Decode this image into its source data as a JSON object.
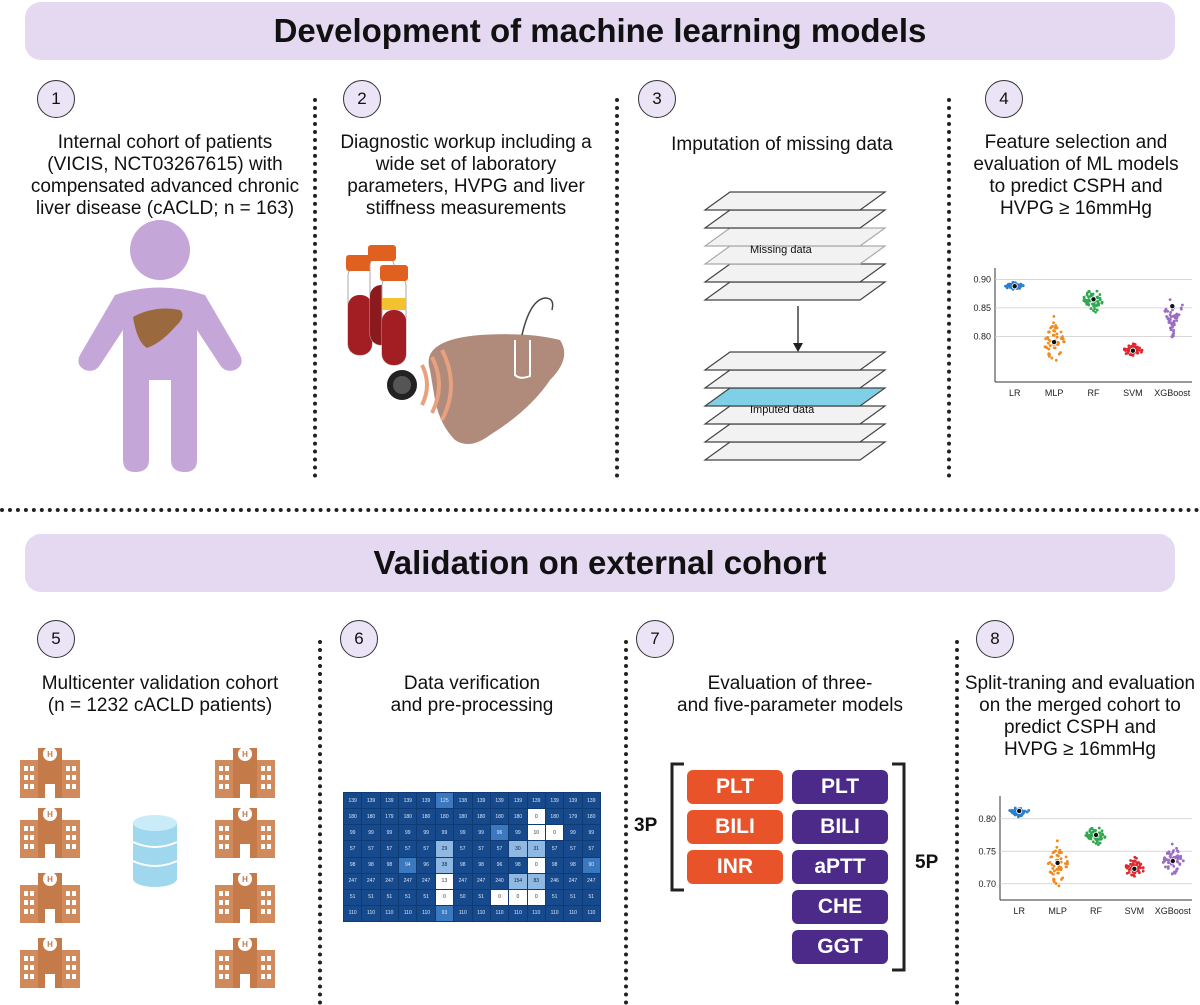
{
  "sections": {
    "development_title": "Development of machine learning models",
    "validation_title": "Validation on external cohort"
  },
  "steps": [
    {
      "num": "1",
      "text": "Internal cohort of patients\n(VICIS, NCT03267615) with\ncompensated advanced chronic\nliver disease (cACLD; n = 163)"
    },
    {
      "num": "2",
      "text": "Diagnostic workup including a\nwide set of laboratory\nparameters, HVPG and liver\nstiffness measurements"
    },
    {
      "num": "3",
      "text": "Imputation of missing data"
    },
    {
      "num": "4",
      "text": "Feature selection and\nevaluation of ML models\nto predict CSPH and\nHVPG ≥ 16mmHg"
    },
    {
      "num": "5",
      "text": "Multicenter validation cohort\n(n = 1232 cACLD patients)"
    },
    {
      "num": "6",
      "text": "Data verification\nand pre-processing"
    },
    {
      "num": "7",
      "text": "Evaluation of three-\nand five-parameter models"
    },
    {
      "num": "8",
      "text": "Split-traning and evaluation\non the merged cohort to\npredict CSPH and\nHVPG ≥ 16mmHg"
    }
  ],
  "imputation": {
    "missing_label": "Missing data",
    "imputed_label": "Imputed data"
  },
  "models": {
    "three_param_label": "3P",
    "five_param_label": "5P",
    "three_param": [
      "PLT",
      "BILI",
      "INR"
    ],
    "five_param": [
      "PLT",
      "BILI",
      "aPTT",
      "CHE",
      "GGT"
    ]
  },
  "heatmap_rows": [
    [
      "139",
      "139",
      "139",
      "139",
      "139",
      "125",
      "138",
      "139",
      "139",
      "139",
      "139",
      "139",
      "139",
      "139"
    ],
    [
      "180",
      "180",
      "179",
      "180",
      "180",
      "180",
      "180",
      "180",
      "180",
      "180",
      "0",
      "180",
      "179",
      "180"
    ],
    [
      "99",
      "99",
      "99",
      "99",
      "99",
      "99",
      "99",
      "99",
      "96",
      "99",
      "10",
      "0",
      "99",
      "99"
    ],
    [
      "57",
      "57",
      "57",
      "57",
      "57",
      "29",
      "57",
      "57",
      "57",
      "30",
      "31",
      "57",
      "57",
      "57"
    ],
    [
      "98",
      "98",
      "98",
      "94",
      "96",
      "38",
      "98",
      "98",
      "96",
      "98",
      "0",
      "98",
      "98",
      "90"
    ],
    [
      "247",
      "247",
      "247",
      "247",
      "247",
      "13",
      "247",
      "247",
      "240",
      "154",
      "83",
      "246",
      "247",
      "247"
    ],
    [
      "51",
      "51",
      "51",
      "51",
      "51",
      "0",
      "50",
      "51",
      "0",
      "0",
      "0",
      "51",
      "51",
      "51"
    ],
    [
      "110",
      "110",
      "110",
      "110",
      "110",
      "93",
      "110",
      "110",
      "110",
      "110",
      "110",
      "110",
      "110",
      "110"
    ]
  ],
  "colors": {
    "banner": "#e4d9f1",
    "three_param": "#e8532a",
    "five_param": "#4b2a8a",
    "lr": "#2b7fd0",
    "mlp": "#f08a1e",
    "rf": "#2fa84f",
    "svm": "#e0262f",
    "xgboost": "#9b6cc4"
  },
  "chart_data": [
    {
      "type": "scatter",
      "title": "",
      "xlabel": "",
      "ylabel": "",
      "categories": [
        "LR",
        "MLP",
        "RF",
        "SVM",
        "XGBoost"
      ],
      "ylim": [
        0.72,
        0.92
      ],
      "yticks": [
        "0.90",
        "0.85",
        "0.80"
      ],
      "medians": [
        0.888,
        0.79,
        0.865,
        0.775,
        0.853
      ],
      "ranges": [
        [
          0.88,
          0.898
        ],
        [
          0.745,
          0.845
        ],
        [
          0.835,
          0.893
        ],
        [
          0.762,
          0.79
        ],
        [
          0.785,
          0.87
        ]
      ]
    },
    {
      "type": "scatter",
      "title": "",
      "xlabel": "",
      "ylabel": "",
      "categories": [
        "LR",
        "MLP",
        "RF",
        "SVM",
        "XGBoost"
      ],
      "ylim": [
        0.675,
        0.835
      ],
      "yticks": [
        "0.80",
        "0.75",
        "0.70"
      ],
      "medians": [
        0.812,
        0.732,
        0.775,
        0.723,
        0.735
      ],
      "ranges": [
        [
          0.8,
          0.82
        ],
        [
          0.685,
          0.775
        ],
        [
          0.755,
          0.795
        ],
        [
          0.705,
          0.745
        ],
        [
          0.705,
          0.765
        ]
      ]
    }
  ]
}
